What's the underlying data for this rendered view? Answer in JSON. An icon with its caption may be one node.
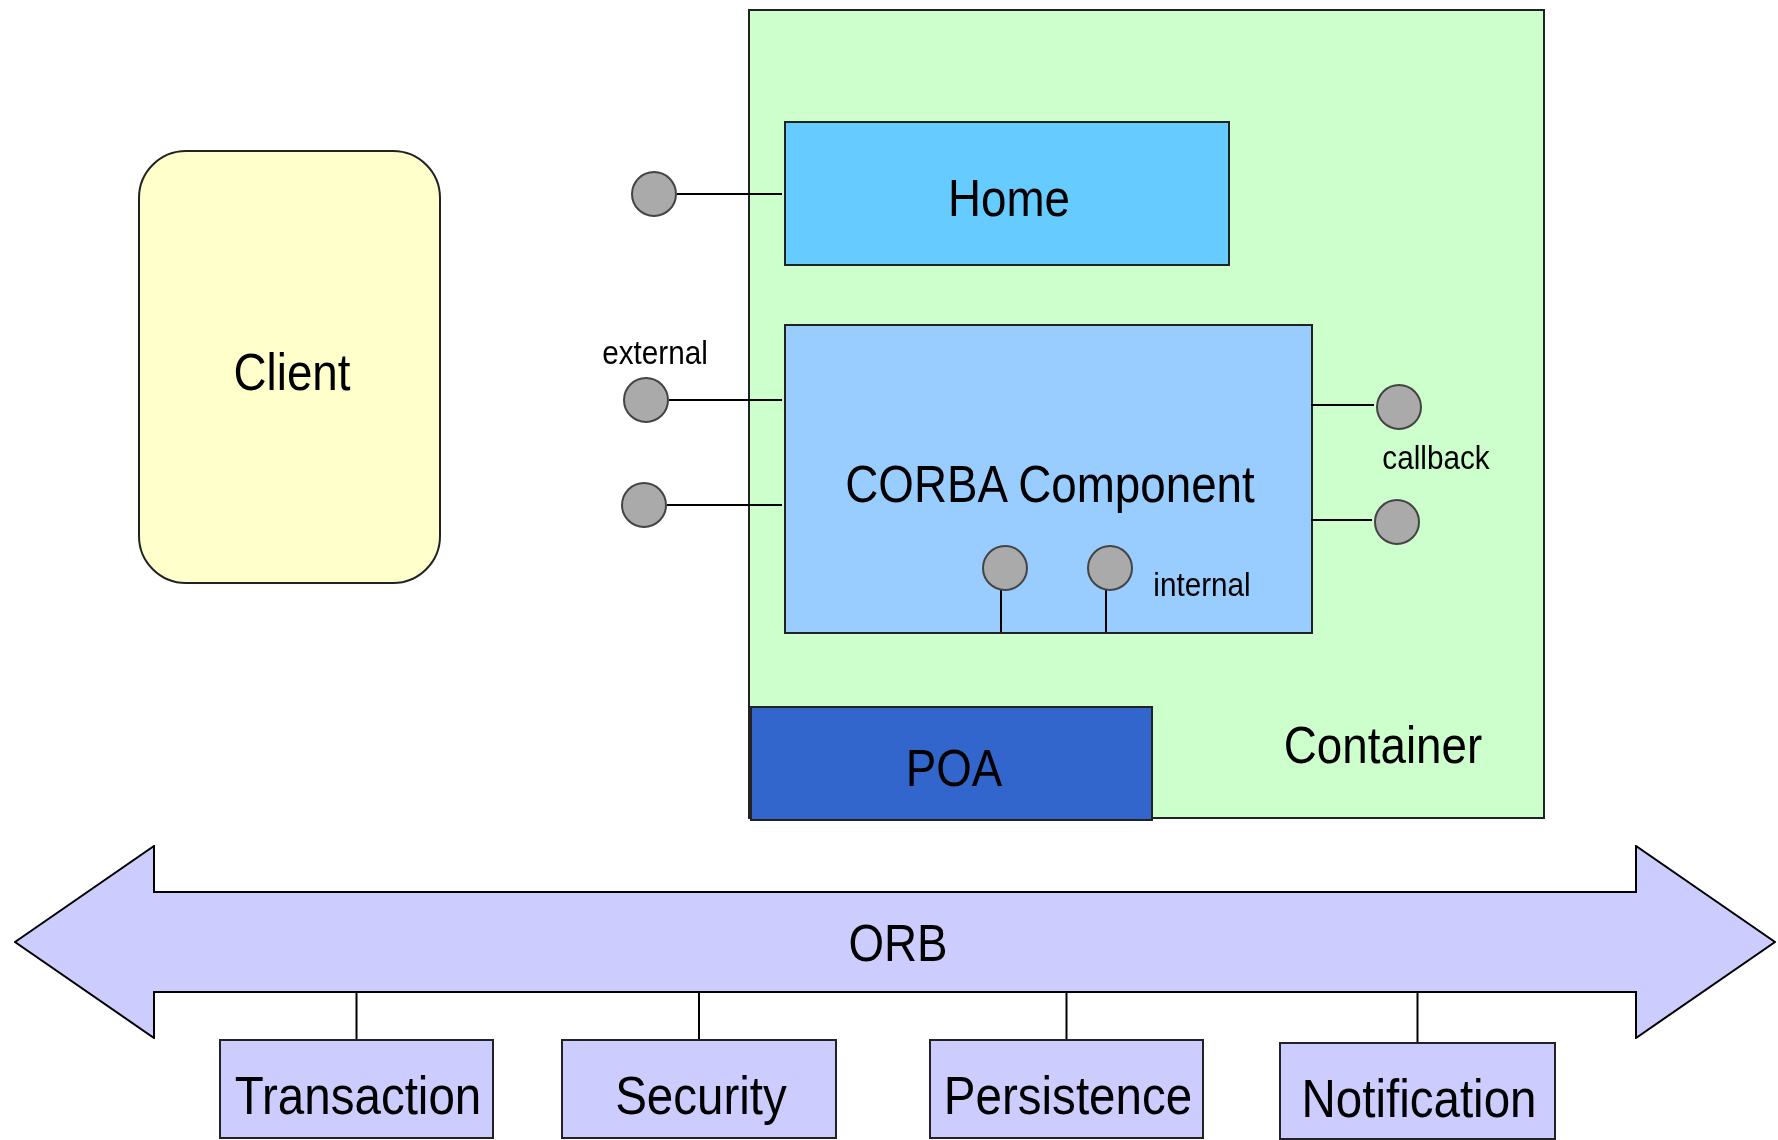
{
  "diagram": {
    "nodes": [
      {
        "text": [
          "Client"
        ]
      },
      {
        "text": [
          "Container"
        ]
      },
      {
        "text": [
          "Home"
        ],
        "in": 1
      },
      {
        "text": [
          "CORBA Component"
        ],
        "in": 1
      },
      {
        "text": [
          "POA"
        ],
        "in": 1
      },
      {
        "text": [],
        "shape": "circle"
      },
      {
        "text": [],
        "shape": "circle"
      },
      {
        "text": [],
        "shape": "circle"
      },
      {
        "text": [],
        "shape": "circle",
        "in": 1
      },
      {
        "text": [],
        "shape": "circle",
        "in": 1
      },
      {
        "text": [],
        "shape": "circle",
        "in": 3
      },
      {
        "text": [],
        "shape": "circle",
        "in": 3
      },
      {
        "text": [
          "ORB"
        ]
      },
      {
        "text": [
          "Transaction"
        ]
      },
      {
        "text": [
          "Security"
        ]
      },
      {
        "text": [
          "Persistence"
        ]
      },
      {
        "text": [
          "Notification"
        ]
      }
    ],
    "edges": [
      {
        "from": 5,
        "to": 2,
        "arrow": "none"
      },
      {
        "from": 6,
        "to": 3,
        "arrow": "none"
      },
      {
        "from": 7,
        "to": 3,
        "arrow": "none"
      },
      {
        "from": 3,
        "to": 8,
        "arrow": "none"
      },
      {
        "from": 3,
        "to": 9,
        "arrow": "none"
      },
      {
        "from": 10,
        "to": 3,
        "arrow": "none"
      },
      {
        "from": 11,
        "to": 3,
        "arrow": "none"
      },
      {
        "from": 12,
        "to": 13,
        "arrow": "none"
      },
      {
        "from": 12,
        "to": 14,
        "arrow": "none"
      },
      {
        "from": 12,
        "to": 15,
        "arrow": "none"
      },
      {
        "from": 12,
        "to": 16,
        "arrow": "none"
      }
    ],
    "labels": [
      "external",
      "callback",
      "internal"
    ]
  }
}
